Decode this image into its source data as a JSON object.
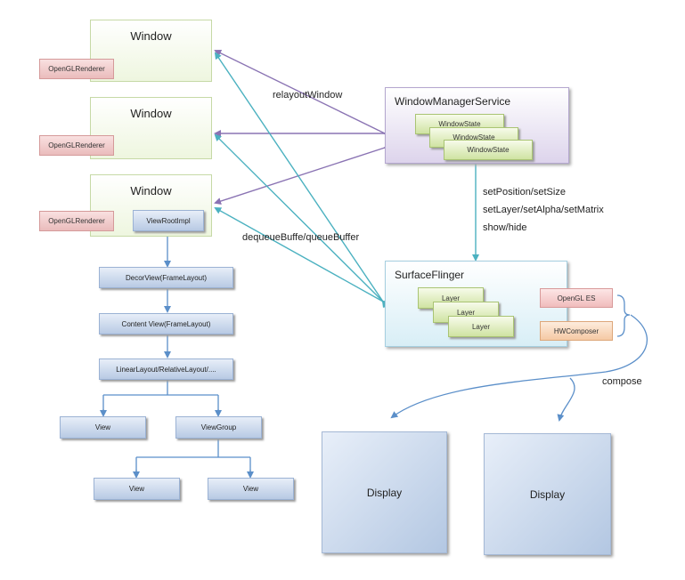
{
  "windows": [
    {
      "title": "Window",
      "renderer": "OpenGLRenderer"
    },
    {
      "title": "Window",
      "renderer": "OpenGLRenderer"
    },
    {
      "title": "Window",
      "renderer": "OpenGLRenderer",
      "view_root": "ViewRootImpl"
    }
  ],
  "view_tree": {
    "decor": "DecorView(FrameLayout)",
    "content": "Content View(FrameLayout)",
    "layout": "LinearLayout/RelativeLayout/....",
    "view_left": "View",
    "view_group": "ViewGroup",
    "child_view_1": "View",
    "child_view_2": "View"
  },
  "wms": {
    "title": "WindowManagerService",
    "states": [
      "WindowState",
      "WindowState",
      "WindowState"
    ]
  },
  "sf": {
    "title": "SurfaceFlinger",
    "layers": [
      "Layer",
      "Layer",
      "Layer"
    ],
    "opengl": "OpenGL ES",
    "hwc": "HWComposer"
  },
  "labels": {
    "relayout": "relayoutWindow",
    "dequeue": "dequeueBuffe/queueBuffer",
    "ops": [
      "setPosition/setSize",
      "setLayer/setAlpha/setMatrix",
      "show/hide"
    ],
    "compose": "compose"
  },
  "displays": [
    "Display",
    "Display"
  ],
  "colors": {
    "purple_arrow": "#8a73b3",
    "teal_arrow": "#4bb1c0",
    "blue_arrow": "#5b8fc9"
  }
}
